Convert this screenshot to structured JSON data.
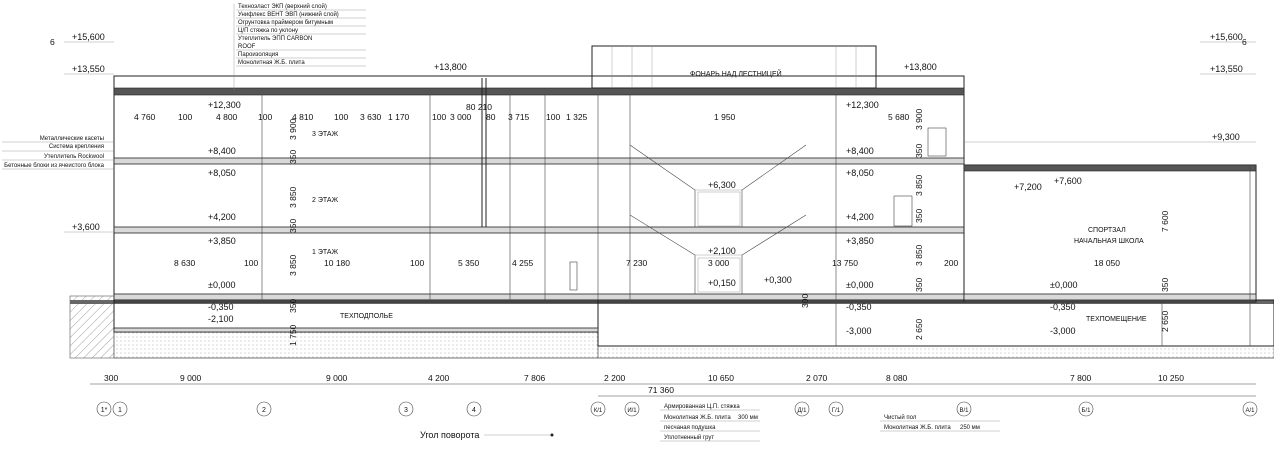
{
  "roof_layers_top": [
    "Техноэласт ЭКП (верхний слой)",
    "Унифлекс ВЕНТ ЭВП (нижний слой)",
    "Огрунтовка праймером битумным",
    "Ц/П стяжка по уклону",
    "Утеплитель ЭПП CARBON",
    "ROOF",
    "Пароизоляция",
    "Монолитная Ж.Б. плита"
  ],
  "wall_layers": [
    "Металлические касеты",
    "Система крепления",
    "Утеплитель Rockwool",
    "Бетонные блоки из ячеистого блока"
  ],
  "floor_layers_a": [
    "Армированная Ц.П. стяжка",
    "Монолитная Ж.Б. плита",
    "песчаная подушка",
    "Уплотненный грут"
  ],
  "floor_layers_a_value": "300 мм",
  "floor_layers_b": [
    "Чистый пол",
    "Монолитная Ж.Б. плита"
  ],
  "floor_layers_b_value": "250 мм",
  "room_labels": {
    "floor3": "3 ЭТАЖ",
    "floor2": "2 ЭТАЖ",
    "floor1": "1 ЭТАЖ",
    "basement": "ТЕХПОДПОЛЬЕ",
    "lantern": "ФОНАРЬ НАД ЛЕСТНИЦЕЙ",
    "gym1": "СПОРТЗАЛ",
    "gym2": "НАЧАЛЬНАЯ ШКОЛА",
    "tech": "ТЕХПОМЕЩЕНИЕ"
  },
  "level_marks": [
    "+15,600",
    "+13,550",
    "+13,800",
    "+13,800",
    "+12,300",
    "+12,300",
    "+8,400",
    "+8,400",
    "+8,050",
    "+8,050",
    "+4,200",
    "+4,200",
    "+3,850",
    "+3,850",
    "+3,600",
    "±0,000",
    "±0,000",
    "±0,000",
    "-0,350",
    "-0,350",
    "-0,350",
    "-2,100",
    "-3,000",
    "-3,000",
    "+6,300",
    "+2,100",
    "+0,150",
    "+0,300",
    "+9,300",
    "+7,200",
    "+7,600",
    "+15,600",
    "+13,550"
  ],
  "row_dims_top": [
    "4 760",
    "100",
    "4 800",
    "100",
    "4 810",
    "100",
    "3 630",
    "1 170",
    "100",
    "3 000",
    "80",
    "3 715",
    "100",
    "1 325",
    "1 950",
    "5 680"
  ],
  "small_80_210": "80  210",
  "row_dims_bottom": [
    "8 630",
    "100",
    "10 180",
    "100",
    "5 350",
    "4 255",
    "7 230",
    "3 000",
    "13 750",
    "200",
    "18 050"
  ],
  "vertical_dims": [
    "3 900",
    "350",
    "3 850",
    "350",
    "3 850",
    "350",
    "1 750",
    "3 900",
    "350",
    "3 850",
    "350",
    "3 850",
    "350",
    "2 650",
    "300",
    "7 600",
    "350",
    "2 650"
  ],
  "axis_dims": [
    "300",
    "9 000",
    "9 000",
    "4 200",
    "7 806",
    "2 200",
    "10 650",
    "2 070",
    "8 080",
    "7 800",
    "10 250"
  ],
  "total_dim": "71 360",
  "axes": [
    "1*",
    "1",
    "2",
    "3",
    "4",
    "К/1",
    "И/1",
    "Д/1",
    "Г/1",
    "В/1",
    "Б/1",
    "А/1"
  ],
  "corner_6": "6",
  "rotation_label": "Угол поворота"
}
